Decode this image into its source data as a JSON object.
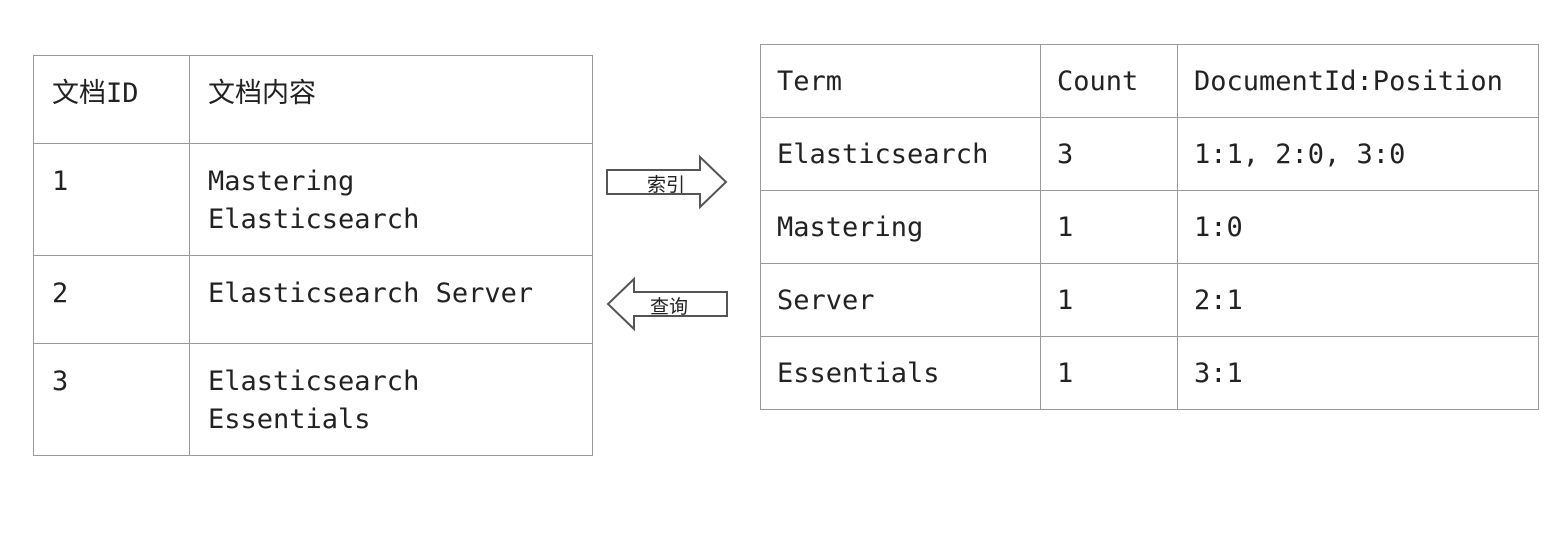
{
  "documents": {
    "headers": [
      "文档ID",
      "文档内容"
    ],
    "rows": [
      {
        "id": "1",
        "content": "Mastering\nElasticsearch"
      },
      {
        "id": "2",
        "content": "Elasticsearch Server"
      },
      {
        "id": "3",
        "content": "Elasticsearch\nEssentials"
      }
    ]
  },
  "arrows": {
    "index_label": "索引",
    "query_label": "查询"
  },
  "inverted_index": {
    "headers": [
      "Term",
      "Count",
      "DocumentId:Position"
    ],
    "rows": [
      {
        "term": "Elasticsearch",
        "count": "3",
        "positions": "1:1, 2:0, 3:0"
      },
      {
        "term": "Mastering",
        "count": "1",
        "positions": "1:0"
      },
      {
        "term": "Server",
        "count": "1",
        "positions": "2:1"
      },
      {
        "term": "Essentials",
        "count": "1",
        "positions": "3:1"
      }
    ]
  }
}
